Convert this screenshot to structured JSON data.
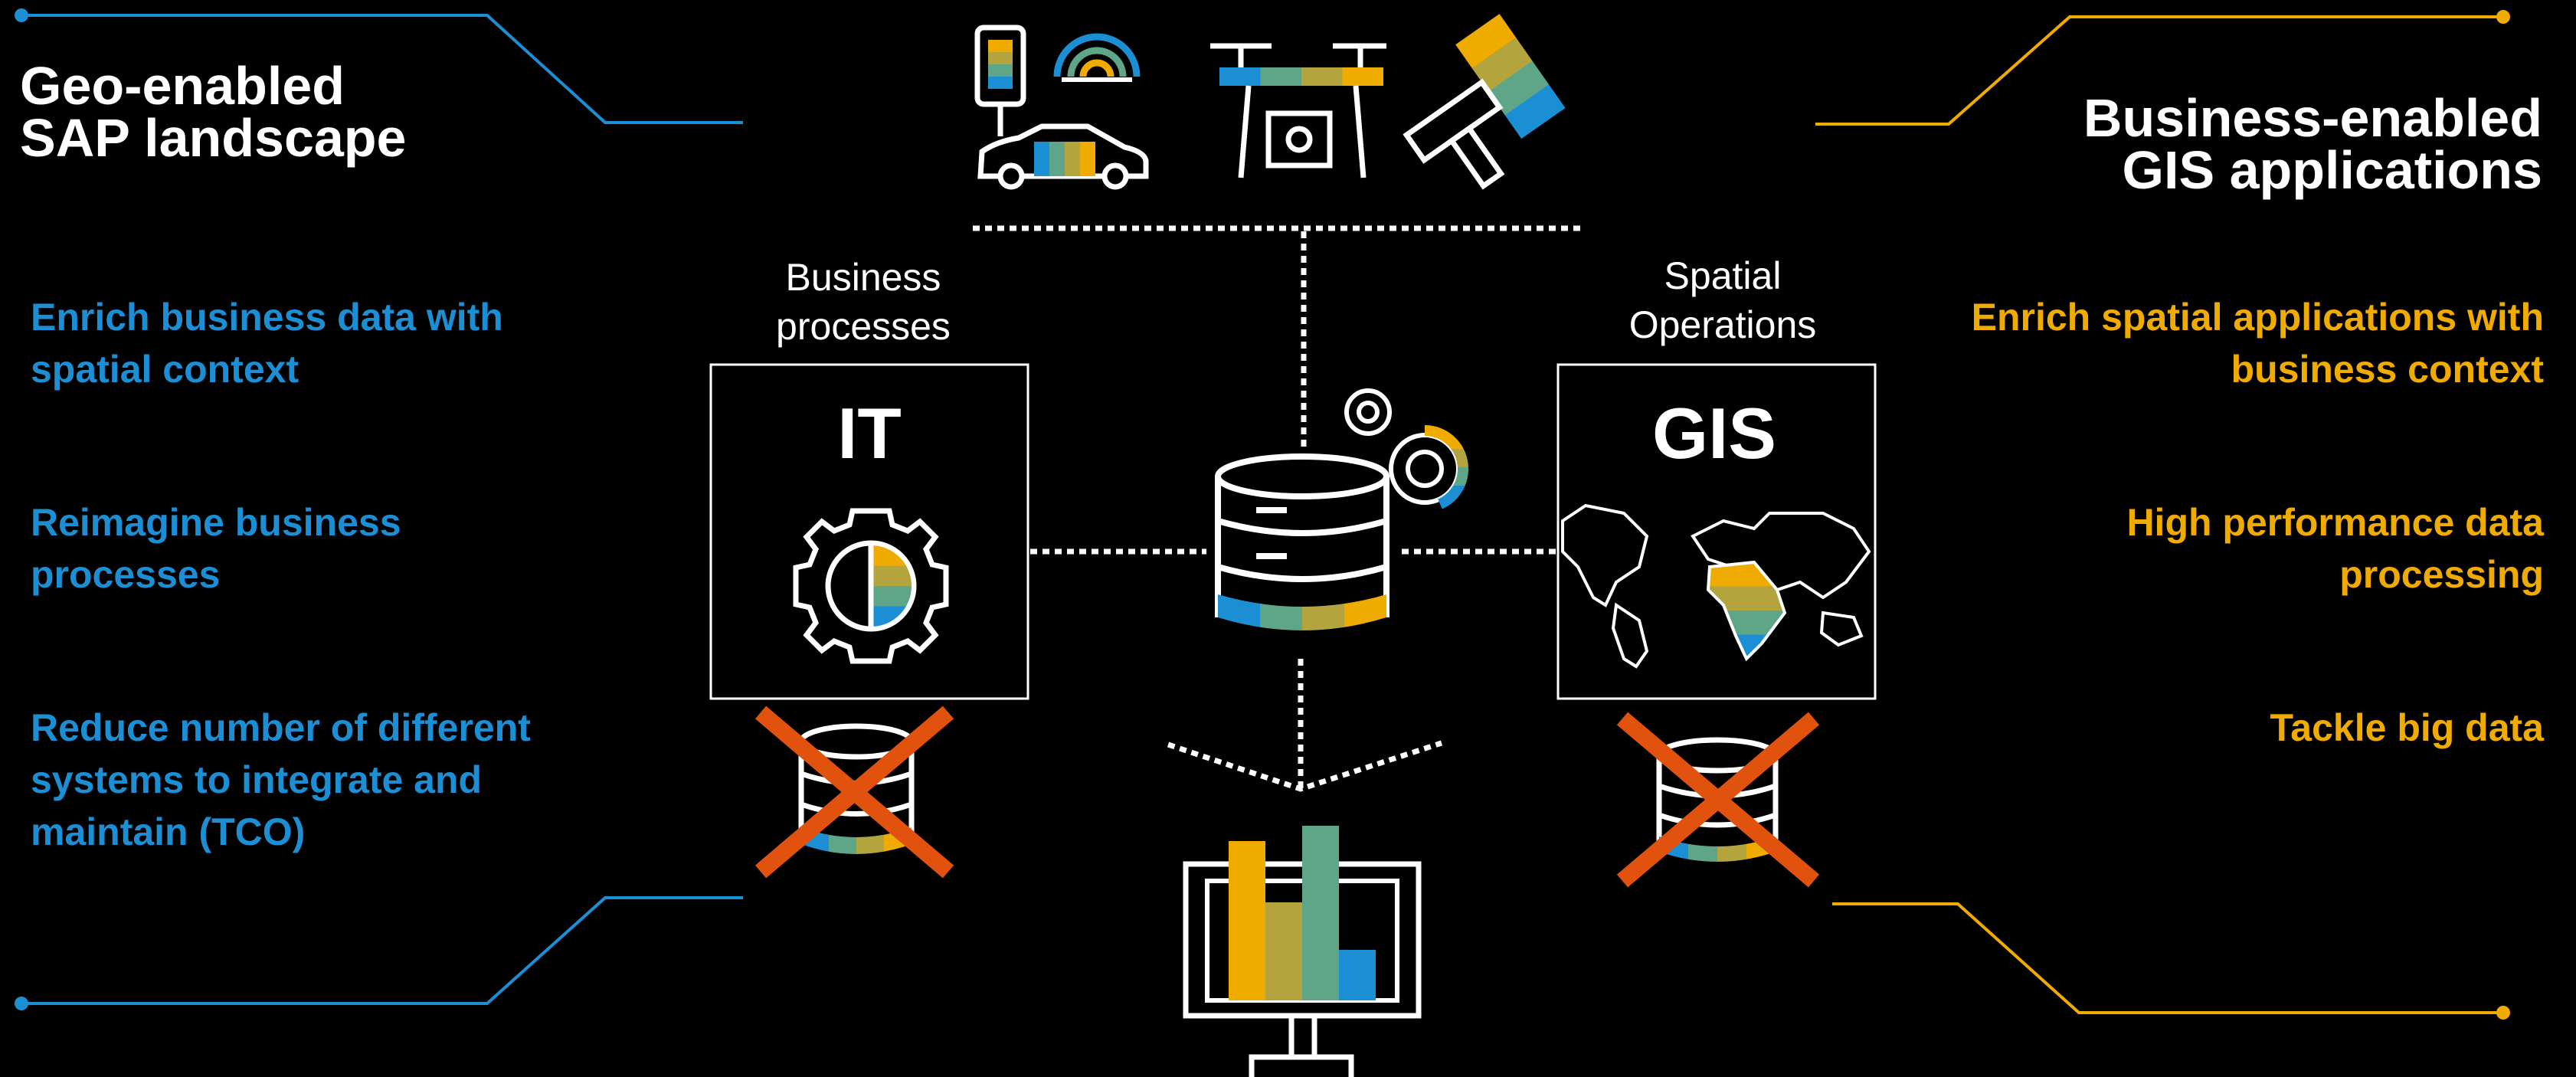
{
  "left_panel": {
    "title": [
      "Geo-enabled",
      "SAP landscape"
    ],
    "benefits": [
      "Enrich business data with spatial context",
      "Reimagine business processes",
      "Reduce number of different systems to integrate and maintain (TCO)"
    ],
    "accent_color": "#1c8fd4"
  },
  "right_panel": {
    "title": [
      "Business-enabled",
      "GIS applications"
    ],
    "benefits": [
      "Enrich spatial applications with business context",
      "High performance data processing",
      "Tackle big data"
    ],
    "accent_color": "#f0ab00"
  },
  "center": {
    "it": {
      "label": [
        "Business",
        "processes"
      ],
      "box_title": "IT"
    },
    "gis": {
      "label": [
        "Spatial",
        "Operations"
      ],
      "box_title": "GIS"
    }
  },
  "icons": [
    "phone-icon",
    "car-icon",
    "wifi-signal-icon",
    "drone-icon",
    "satellite-icon",
    "gear-icon",
    "database-icon",
    "crossed-database-icon",
    "world-map-icon",
    "dashboard-monitor-icon"
  ],
  "palette": {
    "gold": "#f0ab00",
    "khaki": "#b4a43e",
    "teal": "#5fa689",
    "blue": "#1c8fd4",
    "cross": "#e0520e"
  }
}
